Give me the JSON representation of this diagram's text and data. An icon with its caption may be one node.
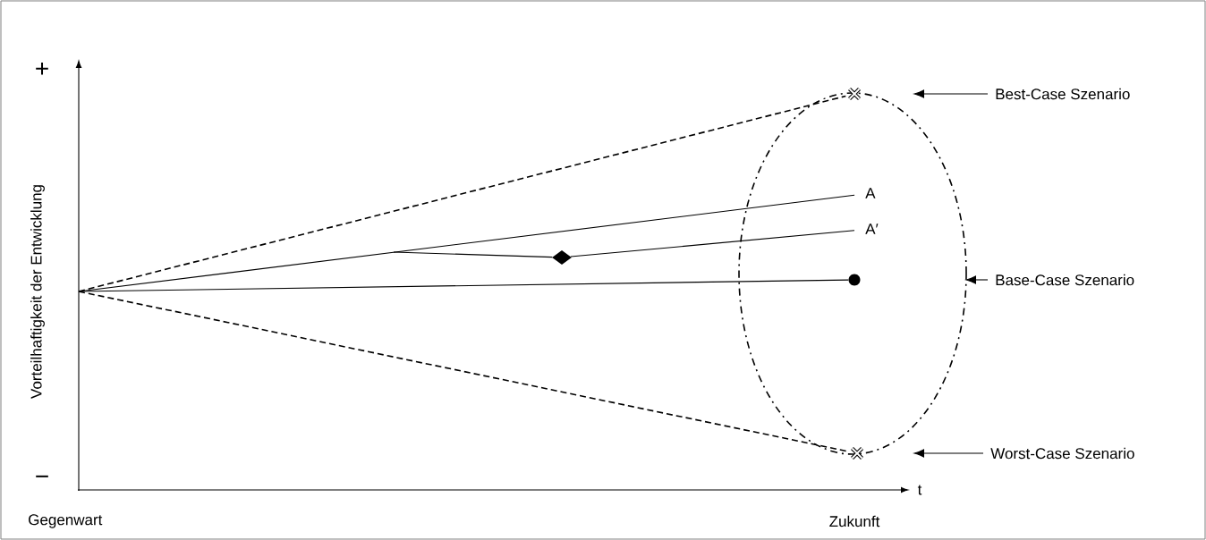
{
  "diagram": {
    "nodes": [
      {
        "text": [],
        "shape": "ellipse"
      },
      {
        "text": [],
        "shape": "cross"
      },
      {
        "text": [],
        "shape": "cross"
      },
      {
        "text": [],
        "shape": "circle",
        "in": 0
      },
      {
        "text": [],
        "shape": "diamond"
      },
      {
        "text": [
          "A"
        ],
        "in": 0
      },
      {
        "text": [
          "A′"
        ],
        "in": 0
      },
      {
        "text": [
          "Best-Case Szenario"
        ]
      },
      {
        "text": [
          "Base-Case Szenario"
        ]
      },
      {
        "text": [
          "Worst-Case Szenario"
        ]
      }
    ],
    "edges": [
      {
        "from": null,
        "to": 1,
        "arrow": "none",
        "style": "dashed"
      },
      {
        "from": null,
        "to": 2,
        "arrow": "none",
        "style": "dashed"
      },
      {
        "from": null,
        "to": 5,
        "arrow": "none"
      },
      {
        "from": null,
        "to": 3,
        "arrow": "none"
      },
      {
        "from": null,
        "to": 4,
        "arrow": "none"
      },
      {
        "from": 4,
        "to": 6,
        "arrow": "none"
      },
      {
        "from": 7,
        "to": 0,
        "arrow": "to"
      },
      {
        "from": 8,
        "to": 0,
        "arrow": "to"
      },
      {
        "from": 9,
        "to": 0,
        "arrow": "to"
      }
    ],
    "labels": [
      "+",
      "Vorteilhaftigkeit der Entwicklung",
      "−",
      "t",
      "Gegenwart",
      "Zukunft"
    ]
  }
}
